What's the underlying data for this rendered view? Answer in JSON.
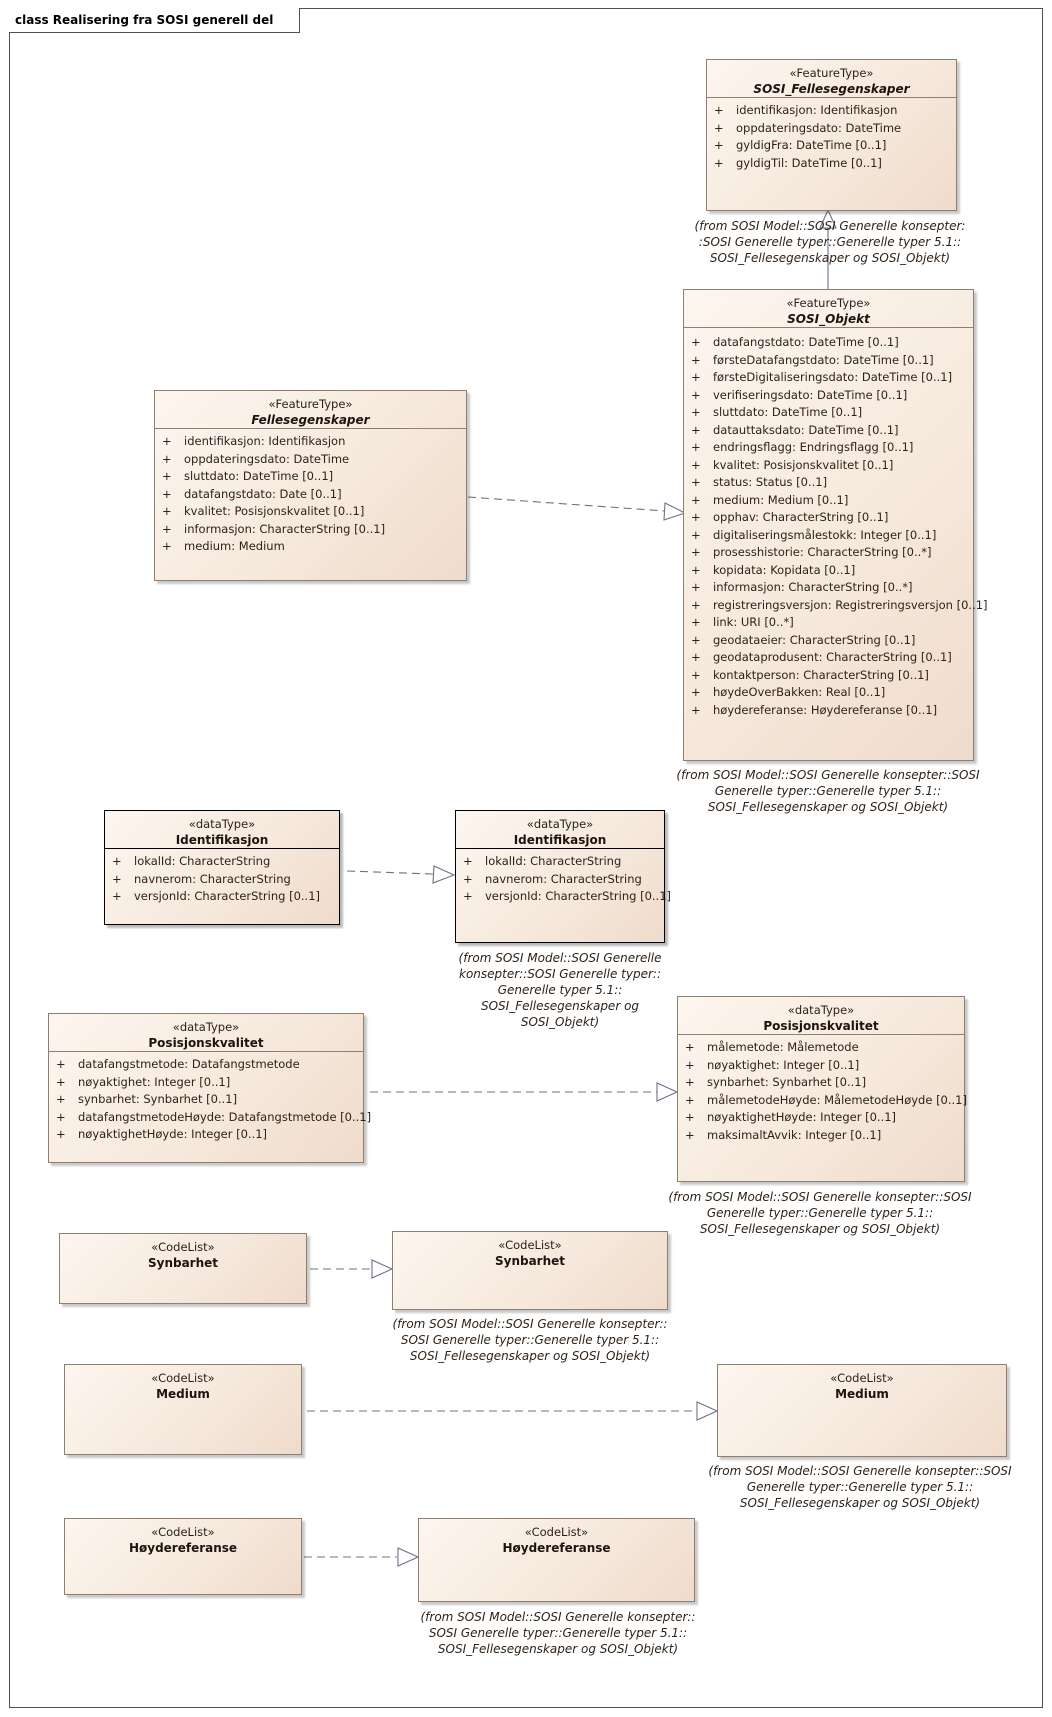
{
  "diagram": {
    "frame_title": "class Realisering fra SOSI generell del"
  },
  "classes": {
    "sosi_fellesegenskaper": {
      "stereotype": "«FeatureType»",
      "name": "SOSI_Fellesegenskaper",
      "attributes": [
        "identifikasjon: Identifikasjon",
        "oppdateringsdato: DateTime",
        "gyldigFra: DateTime [0..1]",
        "gyldigTil: DateTime [0..1]"
      ]
    },
    "sosi_objekt": {
      "stereotype": "«FeatureType»",
      "name": "SOSI_Objekt",
      "attributes": [
        "datafangstdato: DateTime [0..1]",
        "førsteDatafangstdato: DateTime [0..1]",
        "førsteDigitaliseringsdato: DateTime [0..1]",
        "verifiseringsdato: DateTime [0..1]",
        "sluttdato: DateTime [0..1]",
        "datauttaksdato: DateTime [0..1]",
        "endringsflagg: Endringsflagg [0..1]",
        "kvalitet: Posisjonskvalitet [0..1]",
        "status: Status [0..1]",
        "medium: Medium [0..1]",
        "opphav: CharacterString [0..1]",
        "digitaliseringsmålestokk: Integer [0..1]",
        "prosesshistorie: CharacterString [0..*]",
        "kopidata: Kopidata [0..1]",
        "informasjon: CharacterString [0..*]",
        "registreringsversjon: Registreringsversjon [0..1]",
        "link: URI [0..*]",
        "geodataeier: CharacterString [0..1]",
        "geodataprodusent: CharacterString [0..1]",
        "kontaktperson: CharacterString [0..1]",
        "høydeOverBakken: Real [0..1]",
        "høydereferanse: Høydereferanse [0..1]"
      ]
    },
    "fellesegenskaper": {
      "stereotype": "«FeatureType»",
      "name": "Fellesegenskaper",
      "attributes": [
        "identifikasjon: Identifikasjon",
        "oppdateringsdato: DateTime",
        "sluttdato: DateTime [0..1]",
        "datafangstdato: Date [0..1]",
        "kvalitet: Posisjonskvalitet [0..1]",
        "informasjon: CharacterString [0..1]",
        "medium: Medium"
      ]
    },
    "identifikasjon_local": {
      "stereotype": "«dataType»",
      "name": "Identifikasjon",
      "attributes": [
        "lokalId: CharacterString",
        "navnerom: CharacterString",
        "versjonId: CharacterString [0..1]"
      ]
    },
    "identifikasjon_sosi": {
      "stereotype": "«dataType»",
      "name": "Identifikasjon",
      "attributes": [
        "lokalId: CharacterString",
        "navnerom: CharacterString",
        "versjonId: CharacterString [0..1]"
      ]
    },
    "posisjonskvalitet_local": {
      "stereotype": "«dataType»",
      "name": "Posisjonskvalitet",
      "attributes": [
        "datafangstmetode: Datafangstmetode",
        "nøyaktighet: Integer [0..1]",
        "synbarhet: Synbarhet [0..1]",
        "datafangstmetodeHøyde: Datafangstmetode [0..1]",
        "nøyaktighetHøyde: Integer [0..1]"
      ]
    },
    "posisjonskvalitet_sosi": {
      "stereotype": "«dataType»",
      "name": "Posisjonskvalitet",
      "attributes": [
        "målemetode: Målemetode",
        "nøyaktighet: Integer [0..1]",
        "synbarhet: Synbarhet [0..1]",
        "målemetodeHøyde: MålemetodeHøyde [0..1]",
        "nøyaktighetHøyde: Integer [0..1]",
        "maksimaltAvvik: Integer [0..1]"
      ]
    },
    "synbarhet_local": {
      "stereotype": "«CodeList»",
      "name": "Synbarhet"
    },
    "synbarhet_sosi": {
      "stereotype": "«CodeList»",
      "name": "Synbarhet"
    },
    "medium_local": {
      "stereotype": "«CodeList»",
      "name": "Medium"
    },
    "medium_sosi": {
      "stereotype": "«CodeList»",
      "name": "Medium"
    },
    "hoydereferanse_local": {
      "stereotype": "«CodeList»",
      "name": "Høydereferanse"
    },
    "hoydereferanse_sosi": {
      "stereotype": "«CodeList»",
      "name": "Høydereferanse"
    }
  },
  "visibility_marker": "+",
  "notes": {
    "sosi_fellesegenskaper": [
      "(from SOSI Model::SOSI Generelle konsepter:",
      ":SOSI Generelle typer::Generelle typer 5.1::",
      "SOSI_Fellesegenskaper og SOSI_Objekt)"
    ],
    "sosi_objekt": [
      "(from SOSI Model::SOSI Generelle konsepter::SOSI",
      "Generelle typer::Generelle typer 5.1::",
      "SOSI_Fellesegenskaper og SOSI_Objekt)"
    ],
    "identifikasjon_sosi": [
      "(from SOSI Model::SOSI Generelle",
      "konsepter::SOSI Generelle typer::",
      "Generelle typer 5.1::",
      "SOSI_Fellesegenskaper og",
      "SOSI_Objekt)"
    ],
    "posisjonskvalitet_sosi": [
      "(from SOSI Model::SOSI Generelle konsepter::SOSI",
      "Generelle typer::Generelle typer 5.1::",
      "SOSI_Fellesegenskaper og SOSI_Objekt)"
    ],
    "synbarhet_sosi": [
      "(from SOSI Model::SOSI Generelle konsepter::",
      "SOSI Generelle typer::Generelle typer 5.1::",
      "SOSI_Fellesegenskaper og SOSI_Objekt)"
    ],
    "medium_sosi": [
      "(from SOSI Model::SOSI Generelle konsepter::SOSI",
      "Generelle typer::Generelle typer 5.1::",
      "SOSI_Fellesegenskaper og SOSI_Objekt)"
    ],
    "hoydereferanse_sosi": [
      "(from SOSI Model::SOSI Generelle konsepter::",
      "SOSI Generelle typer::Generelle typer 5.1::",
      "SOSI_Fellesegenskaper og SOSI_Objekt)"
    ]
  }
}
